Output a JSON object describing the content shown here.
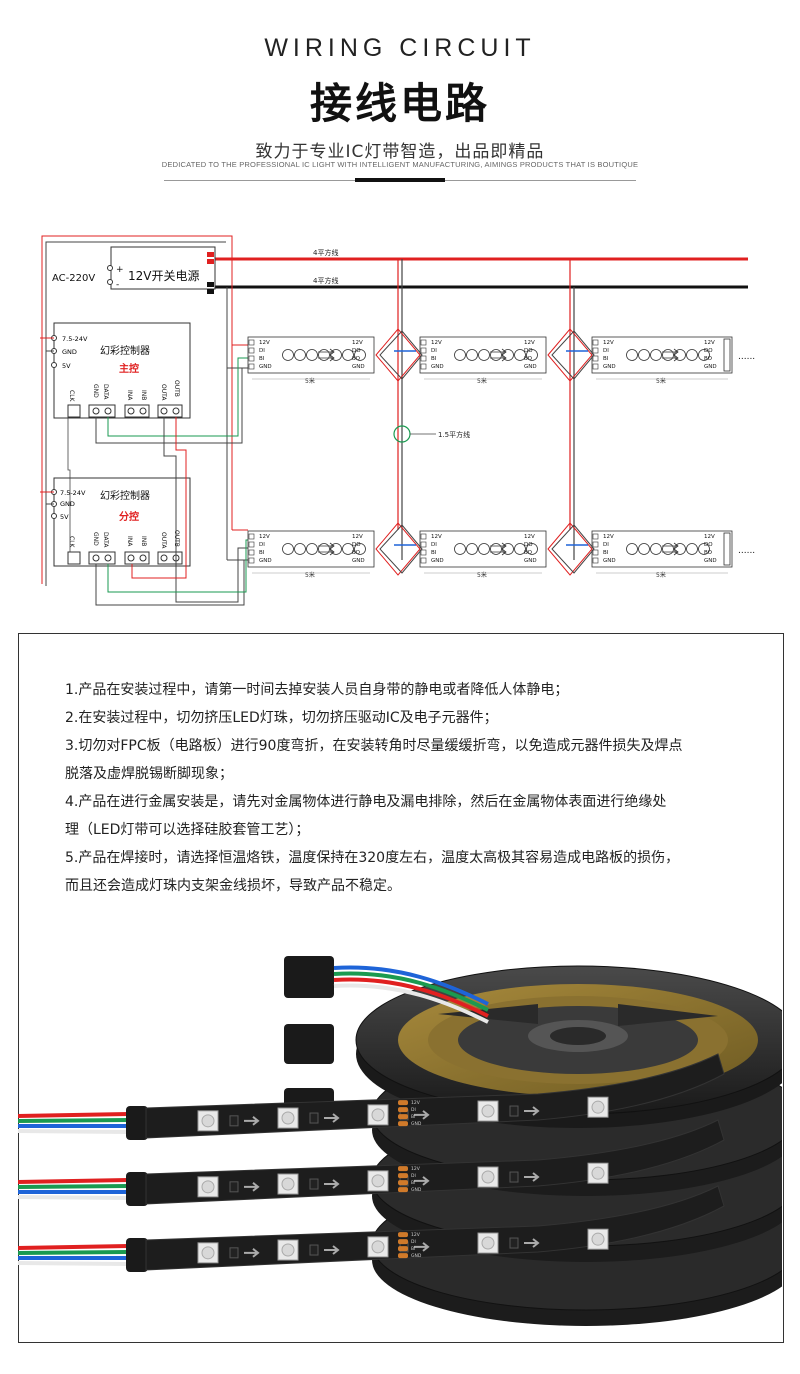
{
  "header": {
    "title_en": "WIRING CIRCUIT",
    "title_cn": "接线电路",
    "slogan_cn": "致力于专业IC灯带智造，出品即精品",
    "slogan_en": "DEDICATED TO THE PROFESSIONAL IC LIGHT WITH INTELLIGENT MANUFACTURING, AIMINGS PRODUCTS THAT IS BOUTIQUE"
  },
  "diagram": {
    "ac_label": "AC-220V",
    "psu_label": "12V开关电源",
    "plus": "+",
    "minus": "-",
    "wire_4mm_top": "4平方线",
    "wire_4mm_bottom": "4平方线",
    "wire_1_5mm": "1.5平方线",
    "controller_master": {
      "title": "幻彩控制器",
      "role": "主控",
      "inputs": [
        "7.5-24V",
        "GND",
        "5V"
      ],
      "ports": [
        "CLK",
        "GND",
        "DATA",
        "INA",
        "INB",
        "OUTA",
        "OUTB"
      ]
    },
    "controller_slave": {
      "title": "幻彩控制器",
      "role": "分控",
      "inputs": [
        "7.5-24V",
        "GND",
        "5V"
      ],
      "ports": [
        "CLK",
        "GND",
        "DATA",
        "INA",
        "INB",
        "OUTA",
        "OUTB"
      ]
    },
    "strip_left_pins": [
      "12V",
      "DI",
      "BI",
      "GND"
    ],
    "strip_right_pins": [
      "12V",
      "DO",
      "BO",
      "GND"
    ],
    "strip_length": "5米",
    "ellipsis": "......",
    "colors": {
      "red": "#e02020",
      "black": "#111111",
      "green": "#1a9a50",
      "blue": "#1e64d8",
      "gray": "#444444"
    }
  },
  "notes": [
    "1.产品在安装过程中，请第一时间去掉安装人员自身带的静电或者降低人体静电；",
    "2.在安装过程中，切勿挤压LED灯珠，切勿挤压驱动IC及电子元器件；",
    "3.切勿对FPC板（电路板）进行90度弯折，在安装转角时尽量缓缓折弯，以免造成元器件损失及焊点",
    "脱落及虚焊脱锡断脚现象；",
    "4.产品在进行金属安装是，请先对金属物体进行静电及漏电排除，然后在金属物体表面进行绝缘处",
    "理（LED灯带可以选择硅胶套管工艺）；",
    "5.产品在焊接时，请选择恒温烙铁，温度保持在320度左右，温度太高极其容易造成电路板的损伤，",
    "而且还会造成灯珠内支架金线损坏，导致产品不稳定。"
  ],
  "product_photo": {
    "strip_pin_labels": [
      "12V",
      "DI",
      "BI",
      "GND"
    ]
  }
}
